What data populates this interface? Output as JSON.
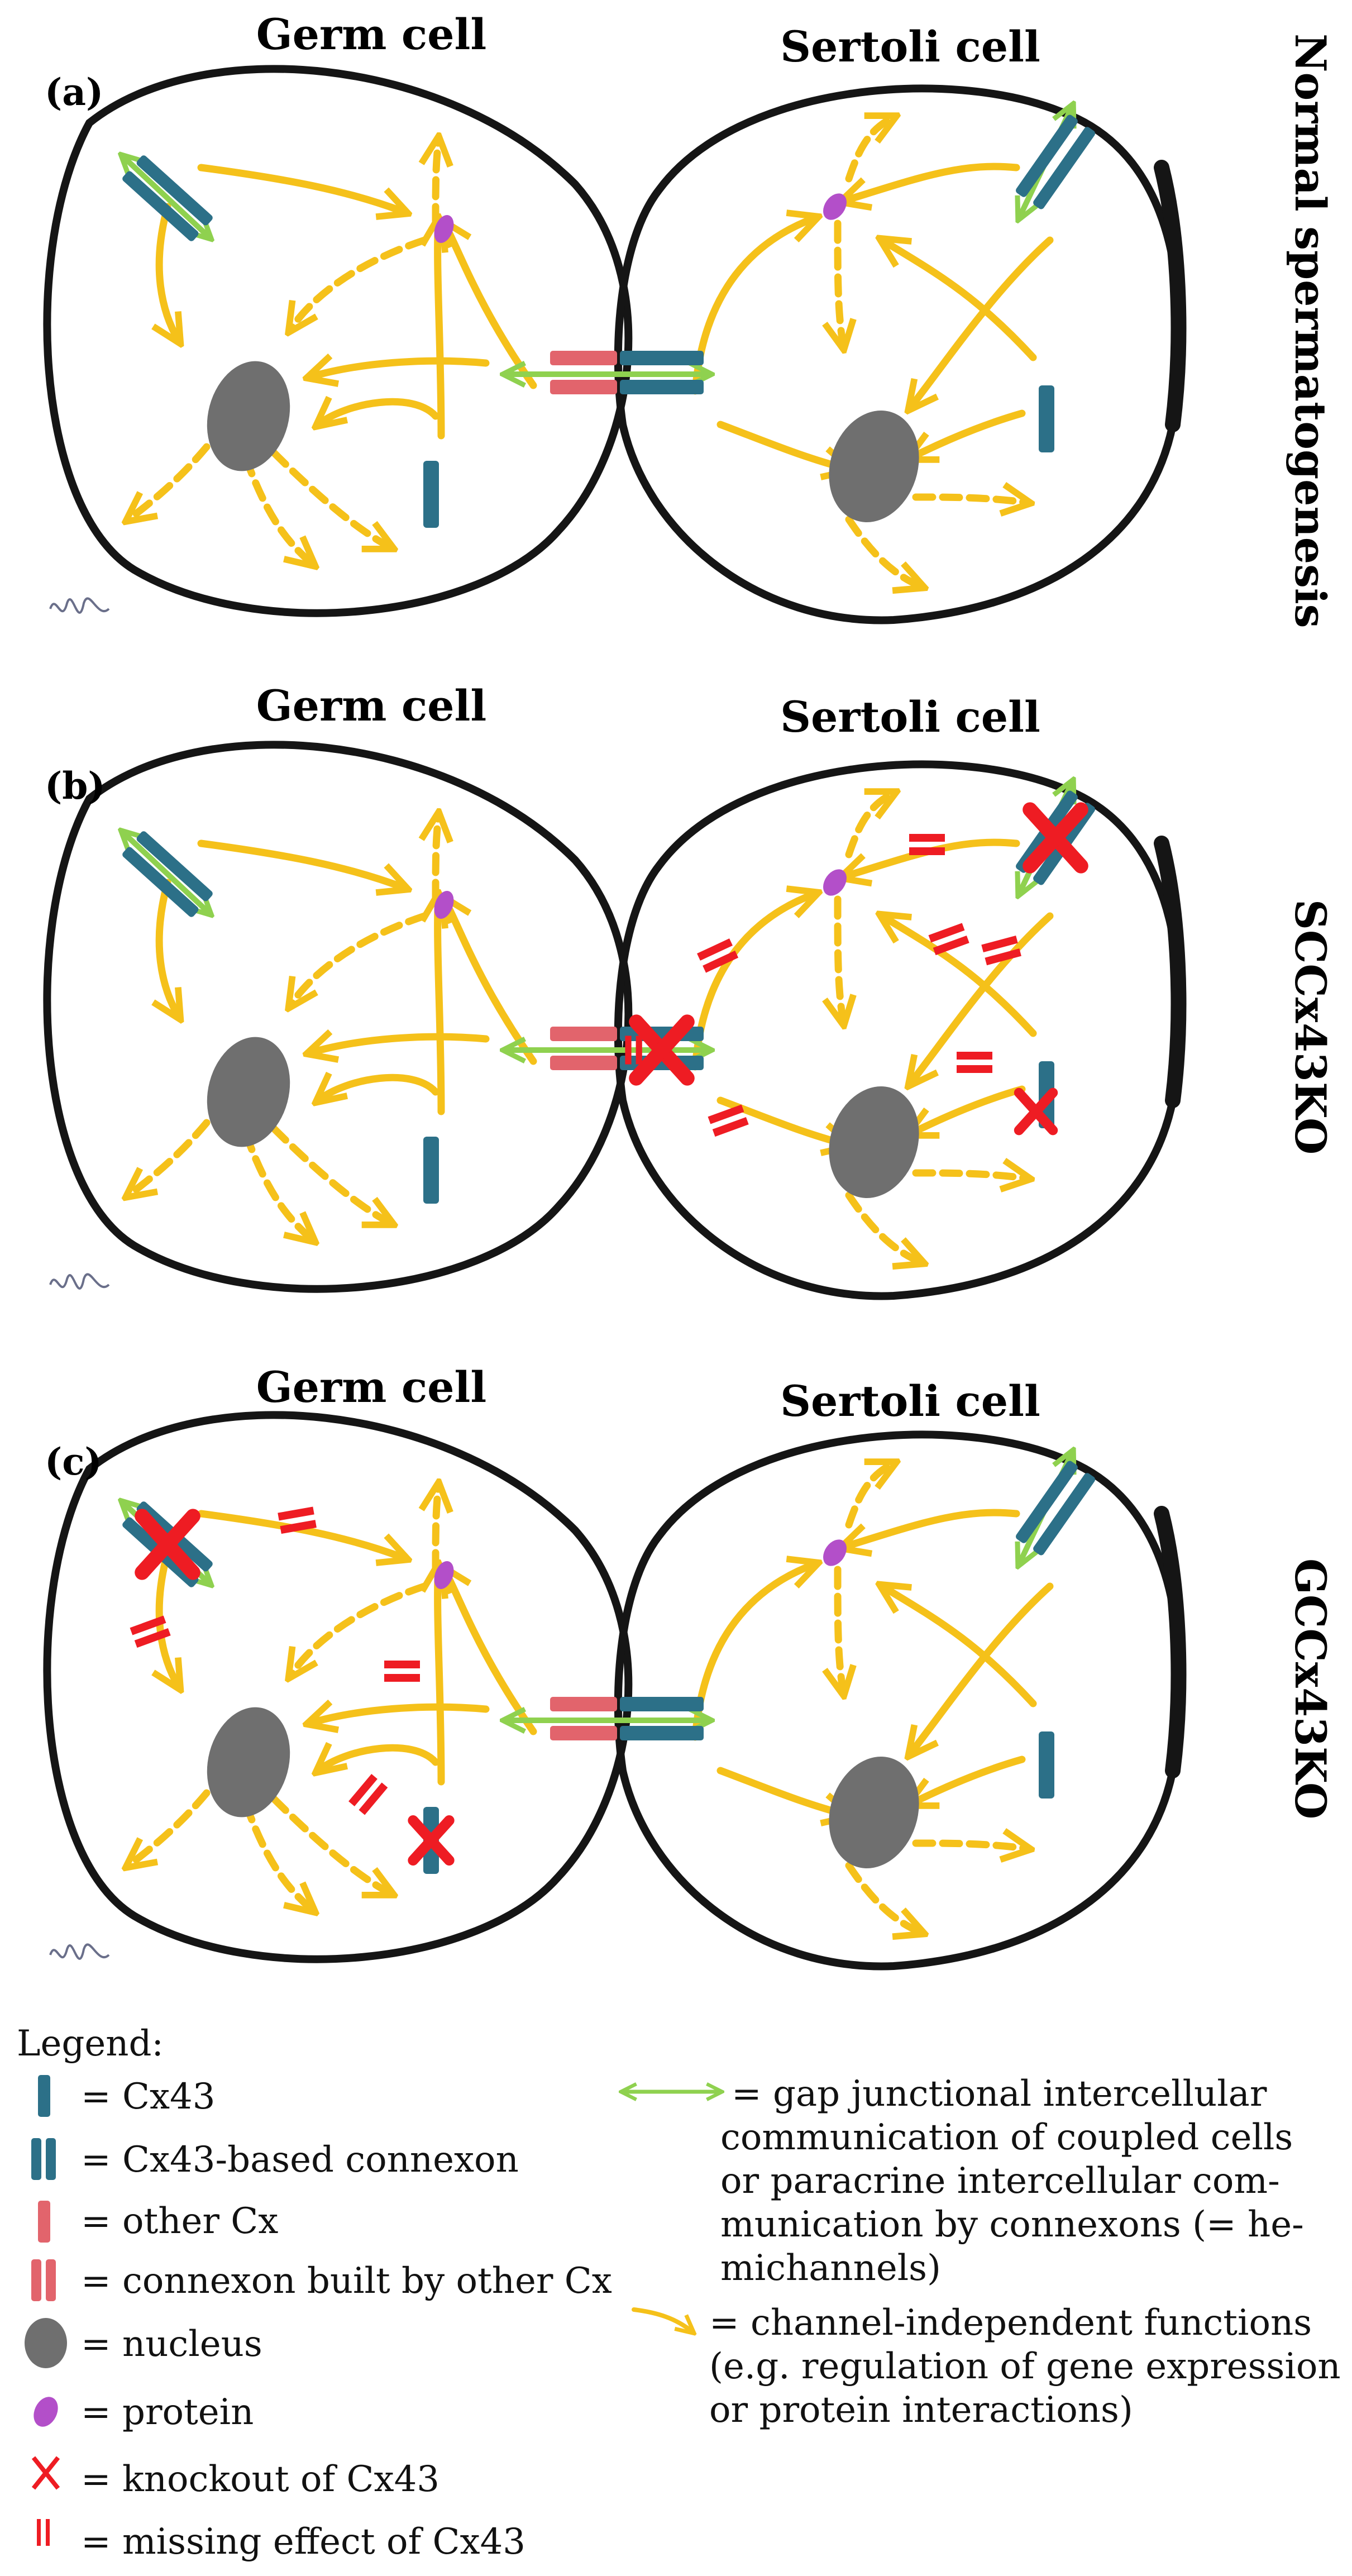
{
  "colors": {
    "membrane": "#151515",
    "cx43": "#2c7088",
    "other_cx": "#e2646c",
    "nucleus": "#6f6f6f",
    "protein": "#b34fc9",
    "arrow_yellow": "#f5c11a",
    "arrow_green": "#8fd14f",
    "knockout_red": "#ee1c23"
  },
  "icons": [
    "cx43-icon",
    "connexon-icon",
    "other-cx-icon",
    "other-connexon-icon",
    "nucleus-icon",
    "protein-icon",
    "knockout-x-icon",
    "missing-effect-icon",
    "gap-junction-arrow-icon",
    "channel-independent-arrow-icon"
  ],
  "panels": [
    {
      "label": "(a)",
      "germ_title": "Germ cell",
      "sertoli_title": "Sertoli cell",
      "side_title": "Normal spermatogenesis"
    },
    {
      "label": "(b)",
      "germ_title": "Germ cell",
      "sertoli_title": "Sertoli cell",
      "side_title": "SCCx43KO"
    },
    {
      "label": "(c)",
      "germ_title": "Germ cell",
      "sertoli_title": "Sertoli cell",
      "side_title": "GCCx43KO"
    }
  ],
  "legend": {
    "title": "Legend:",
    "left_items": [
      {
        "icon": "cx43-icon",
        "text": "= Cx43"
      },
      {
        "icon": "connexon-icon",
        "text": "= Cx43-based connexon"
      },
      {
        "icon": "other-cx-icon",
        "text": "= other Cx"
      },
      {
        "icon": "other-connexon-icon",
        "text": "= connexon built by other Cx"
      },
      {
        "icon": "nucleus-icon",
        "text": "= nucleus"
      },
      {
        "icon": "protein-icon",
        "text": "= protein"
      },
      {
        "icon": "knockout-x-icon",
        "text": "= knockout of Cx43"
      },
      {
        "icon": "missing-effect-icon",
        "text": "= missing effect of Cx43"
      }
    ],
    "gap_text": [
      "= gap junctional intercellular",
      "communication of coupled cells",
      "or paracrine intercellular com-",
      "munication by connexons (= he-",
      "michannels)"
    ],
    "indep_text": [
      "= channel-independent functions",
      "(e.g. regulation of gene expression",
      "or protein interactions)"
    ]
  }
}
